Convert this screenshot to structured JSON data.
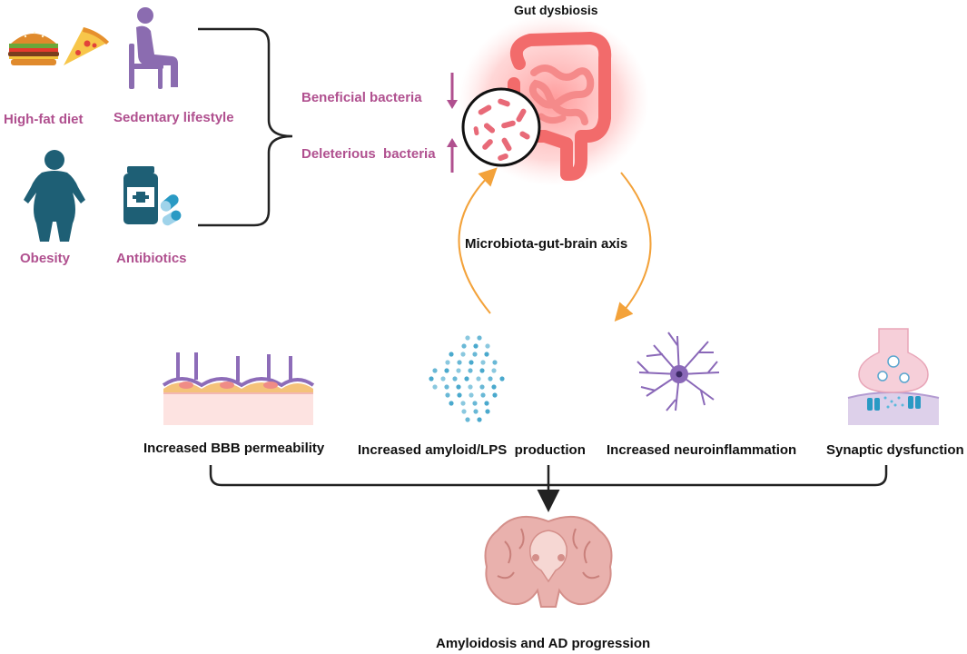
{
  "risk_factors": {
    "high_fat_diet": "High-fat diet",
    "sedentary_lifestyle": "Sedentary lifestyle",
    "obesity": "Obesity",
    "antibiotics": "Antibiotics"
  },
  "bacteria": {
    "beneficial": "Beneficial bacteria",
    "deleterious": "Deleterious  bacteria"
  },
  "gut": {
    "title": "Gut dysbiosis"
  },
  "axis": {
    "label": "Microbiota-gut-brain axis"
  },
  "outcomes": {
    "bbb": "Increased BBB permeability",
    "amyloid": "Increased amyloid/LPS  production",
    "neuroinflammation": "Increased neuroinflammation",
    "synaptic": "Synaptic dysfunction"
  },
  "result": {
    "label": "Amyloidosis and AD progression"
  },
  "colors": {
    "label_purple": "#b0508f",
    "arrow_orange": "#f3a23a",
    "gut_red": "#f26b6b",
    "neuron_purple": "#8a68b8",
    "dot_blue": "#2a9ac4",
    "figure_teal": "#1e5f75"
  }
}
